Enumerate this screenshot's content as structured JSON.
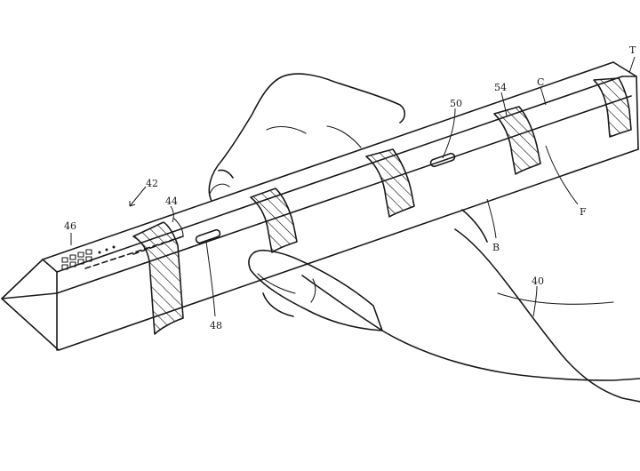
{
  "figure": {
    "labels": {
      "device": "42",
      "end_cap": "44",
      "contacts": "46",
      "button_lower": "48",
      "button_upper": "50",
      "band": "54",
      "surface_b": "B",
      "surface_c": "C",
      "surface_f": "F",
      "top_edge": "T",
      "hand": "40"
    }
  }
}
